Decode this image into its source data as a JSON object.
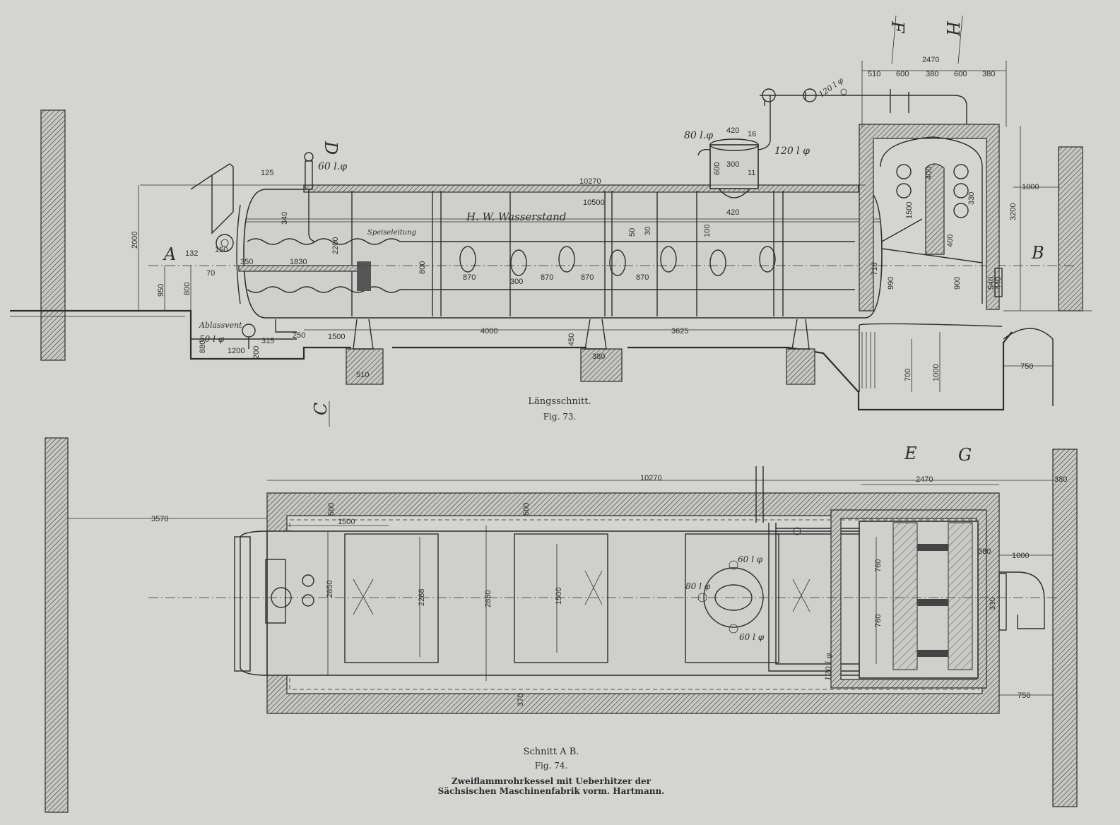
{
  "fig73": {
    "caption_title": "Längsschnitt.",
    "caption_fig": "Fig. 73.",
    "section_letters": {
      "A": "A",
      "B": "B",
      "C": "C",
      "D": "D",
      "F": "F",
      "H": "H"
    },
    "labels": {
      "water_level": "H. W. Wasserstand",
      "feed_line": "Speiseleitung",
      "drain_valve": "Ablassvent.",
      "valve_80": "80 l.φ",
      "valve_120": "120 l φ",
      "valve_60": "60 l.φ",
      "valve_50": "50 l φ",
      "pipe_120": "120 l φ"
    },
    "dimensions": {
      "overall_length": "10270",
      "shell_length": "10500",
      "height_2000": "2000",
      "height_950": "950",
      "height_800": "800",
      "width_2470": "2470",
      "d510": "510",
      "d600a": "600",
      "d380a": "380",
      "d600b": "600",
      "d380b": "380",
      "d1000": "1000",
      "d3200": "3200",
      "d125": "125",
      "d420a": "420",
      "d16": "16",
      "d300": "300",
      "d11": "11",
      "d600v": "600",
      "d420b": "420",
      "d340": "340",
      "d2200": "2200",
      "d1830": "1830",
      "d350": "350",
      "d132": "132",
      "d70": "70",
      "d150": "150",
      "d800b": "800",
      "d870a": "870",
      "d870b": "870",
      "d870c": "870",
      "d870d": "870",
      "d300b": "300",
      "d50": "50",
      "d30": "30",
      "d100": "100",
      "d718": "718",
      "d990": "990",
      "d1500": "1500",
      "d4000": "4000",
      "d450": "450",
      "d3625": "3625",
      "d250": "250",
      "d315": "315",
      "d1200": "1200",
      "d880": "880",
      "d200": "200",
      "d510b": "510",
      "d380c": "380",
      "d700": "700",
      "d1000b": "1000",
      "d750": "750",
      "d400": "400",
      "d900": "900",
      "d540": "540",
      "d440": "440",
      "d330": "330",
      "d1500b": "1500",
      "d400b": "400"
    }
  },
  "fig74": {
    "caption_title": "Schnitt A B.",
    "caption_fig": "Fig. 74.",
    "caption_line1": "Zweiflammrohrkessel mit Ueberhitzer der",
    "caption_line2": "Sächsischen Maschinenfabrik vorm. Hartmann.",
    "section_letters": {
      "E": "E",
      "G": "G"
    },
    "labels": {
      "valve_60a": "60 l φ",
      "valve_80": "80 l φ",
      "valve_60b": "60 l φ",
      "pipe_120": "120 l φ"
    },
    "dimensions": {
      "overall_length": "10270",
      "d3570": "3570",
      "d2470": "2470",
      "d380": "380",
      "d1500": "1500",
      "d500a": "500",
      "d500b": "500",
      "d2850a": "2850",
      "d2288": "2288",
      "d2850b": "2850",
      "d1500b": "1500",
      "d760a": "760",
      "d760b": "760",
      "d1000": "1000",
      "d750": "750",
      "d370": "370",
      "d330": "330",
      "d380b": "380"
    }
  }
}
